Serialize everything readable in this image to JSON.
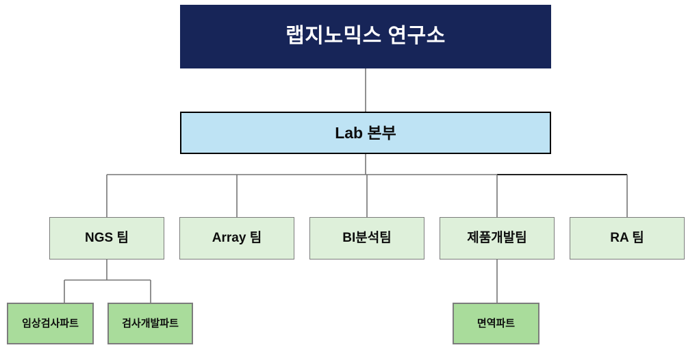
{
  "org_chart": {
    "type": "organization-chart",
    "root": {
      "label": "랩지노믹스 연구소"
    },
    "division": {
      "label": "Lab 본부"
    },
    "teams": [
      {
        "label": "NGS 팀"
      },
      {
        "label": "Array 팀"
      },
      {
        "label": "BI분석팀"
      },
      {
        "label": "제품개발팀"
      },
      {
        "label": "RA 팀"
      }
    ],
    "parts": [
      {
        "label": "임상검사파트",
        "parent": "NGS 팀"
      },
      {
        "label": "검사개발파트",
        "parent": "NGS 팀"
      },
      {
        "label": "면역파트",
        "parent": "제품개발팀"
      }
    ],
    "colors": {
      "root_fill": "#172558",
      "root_text": "#ffffff",
      "division_fill": "#bee3f4",
      "division_border": "#000000",
      "team_fill": "#def0da",
      "part_fill": "#a9dc9b",
      "box_border_gray": "#7c7c7c",
      "connector_gray": "#757575",
      "connector_black": "#000000",
      "background": "#ffffff"
    }
  }
}
